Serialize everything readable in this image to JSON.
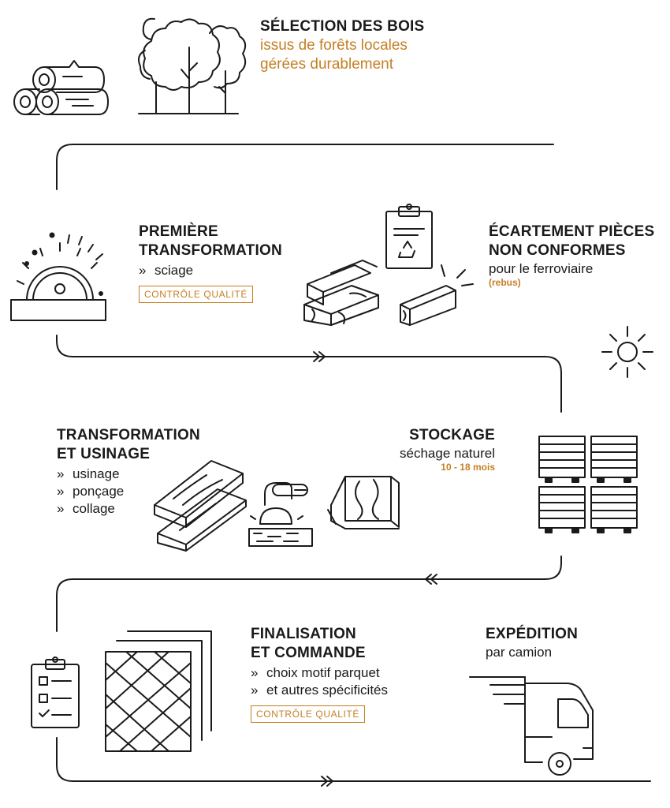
{
  "steps": {
    "selection": {
      "title": "SÉLECTION DES BOIS",
      "line1": "issus de forêts locales",
      "line2": "gérées durablement"
    },
    "premiere": {
      "title1": "PREMIÈRE",
      "title2": "TRANSFORMATION",
      "items": [
        "sciage"
      ],
      "badge": "CONTRÔLE QUALITÉ"
    },
    "ecartement": {
      "title1": "ÉCARTEMENT PIÈCES",
      "title2": "NON CONFORMES",
      "sub": "pour le ferroviaire",
      "note": "(rebus)"
    },
    "transformation": {
      "title1": "TRANSFORMATION",
      "title2": "ET USINAGE",
      "items": [
        "usinage",
        "ponçage",
        "collage"
      ]
    },
    "stockage": {
      "title": "STOCKAGE",
      "sub": "séchage naturel",
      "note": "10 - 18 mois"
    },
    "finalisation": {
      "title1": "FINALISATION",
      "title2": "ET COMMANDE",
      "items": [
        "choix motif parquet",
        "et autres spécificités"
      ],
      "badge": "CONTRÔLE QUALITÉ"
    },
    "expedition": {
      "title": "EXPÉDITION",
      "sub": "par camion"
    }
  },
  "bullet": "»",
  "colors": {
    "text": "#1a1a1a",
    "accent": "#c57f23",
    "line": "#1a1a1a"
  },
  "icons": [
    "logs-icon",
    "forest-icon",
    "circular-saw-icon",
    "clipboard-recycle-icon",
    "lumber-stack-icon",
    "rejected-beam-icon",
    "sun-icon",
    "planks-icon",
    "sander-icon",
    "floor-board-icon",
    "drying-stack-icon",
    "checklist-clipboard-icon",
    "parquet-tiles-icon",
    "truck-icon"
  ]
}
